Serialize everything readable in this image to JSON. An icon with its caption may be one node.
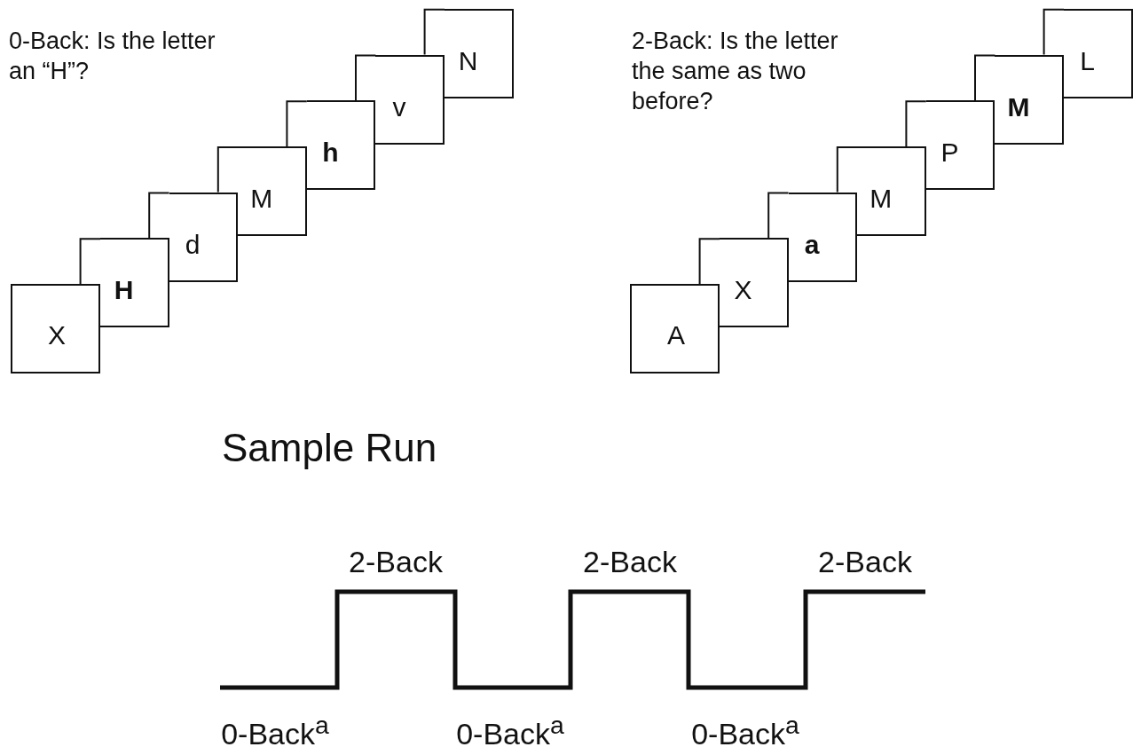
{
  "diagram": {
    "title": "Sample Run",
    "nodes": [
      {
        "text": [
          "X"
        ]
      },
      {
        "text": [
          "H"
        ]
      },
      {
        "text": [
          "d"
        ]
      },
      {
        "text": [
          "M"
        ]
      },
      {
        "text": [
          "h"
        ]
      },
      {
        "text": [
          "v"
        ]
      },
      {
        "text": [
          "N"
        ]
      },
      {
        "text": [
          "A"
        ]
      },
      {
        "text": [
          "X"
        ]
      },
      {
        "text": [
          "a"
        ]
      },
      {
        "text": [
          "M"
        ]
      },
      {
        "text": [
          "P"
        ]
      },
      {
        "text": [
          "M"
        ]
      },
      {
        "text": [
          "L"
        ]
      }
    ],
    "labels": [
      "0-Back: Is the letter an “H”?",
      "2-Back: Is the letter the same as two before?",
      "2-Back",
      "2-Back",
      "2-Back",
      "0-Back$^{a}$",
      "0-Back$^{a}$",
      "0-Back$^{a}$"
    ]
  }
}
